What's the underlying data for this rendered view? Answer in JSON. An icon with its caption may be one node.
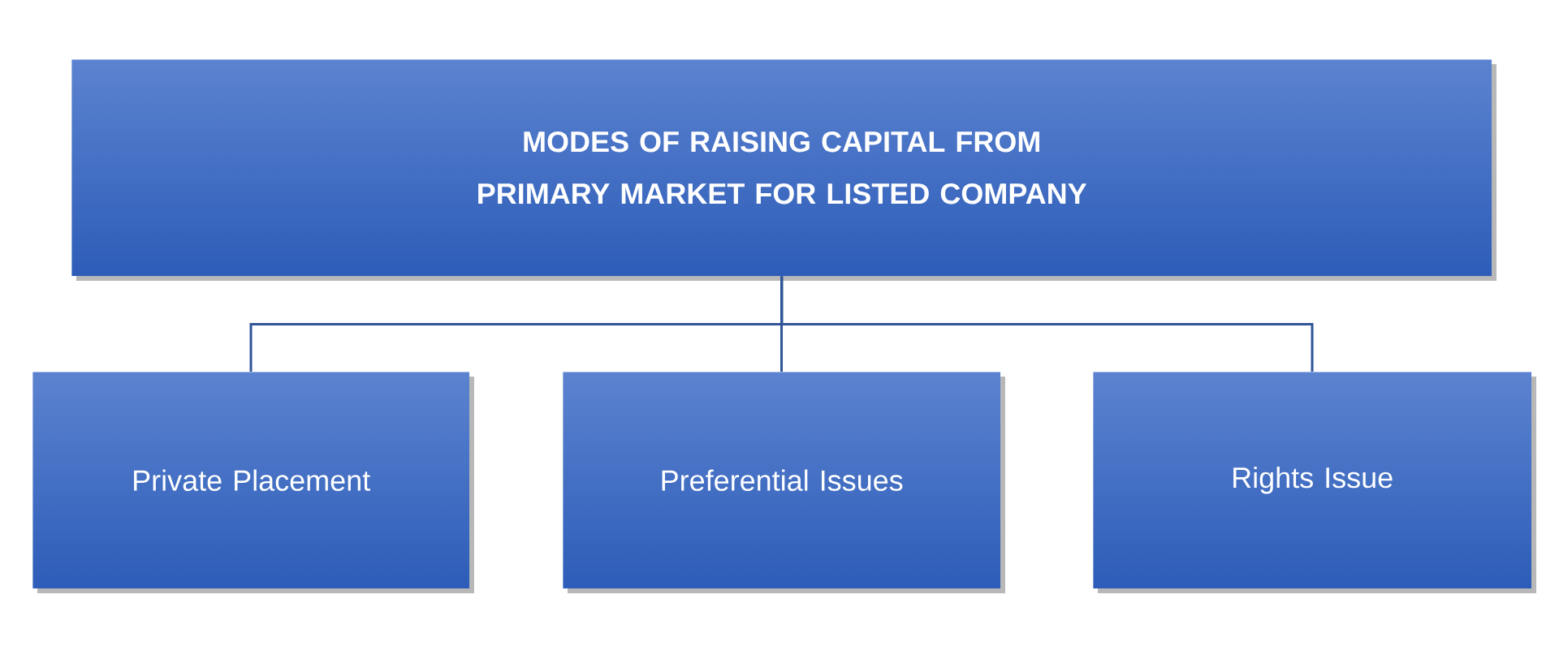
{
  "diagram": {
    "nodes": [
      {
        "text": [
          "MODES OF RAISING CAPITAL FROM PRIMARY MARKET FOR LISTED COMPANY"
        ]
      },
      {
        "text": [
          "Private Placement"
        ]
      },
      {
        "text": [
          "Preferential Issues"
        ]
      },
      {
        "text": [
          "Rights Issue"
        ]
      }
    ],
    "edges": [
      {
        "from": 0,
        "to": 1,
        "arrow": "none"
      },
      {
        "from": 0,
        "to": 2,
        "arrow": "none"
      },
      {
        "from": 0,
        "to": 3,
        "arrow": "none"
      }
    ]
  }
}
